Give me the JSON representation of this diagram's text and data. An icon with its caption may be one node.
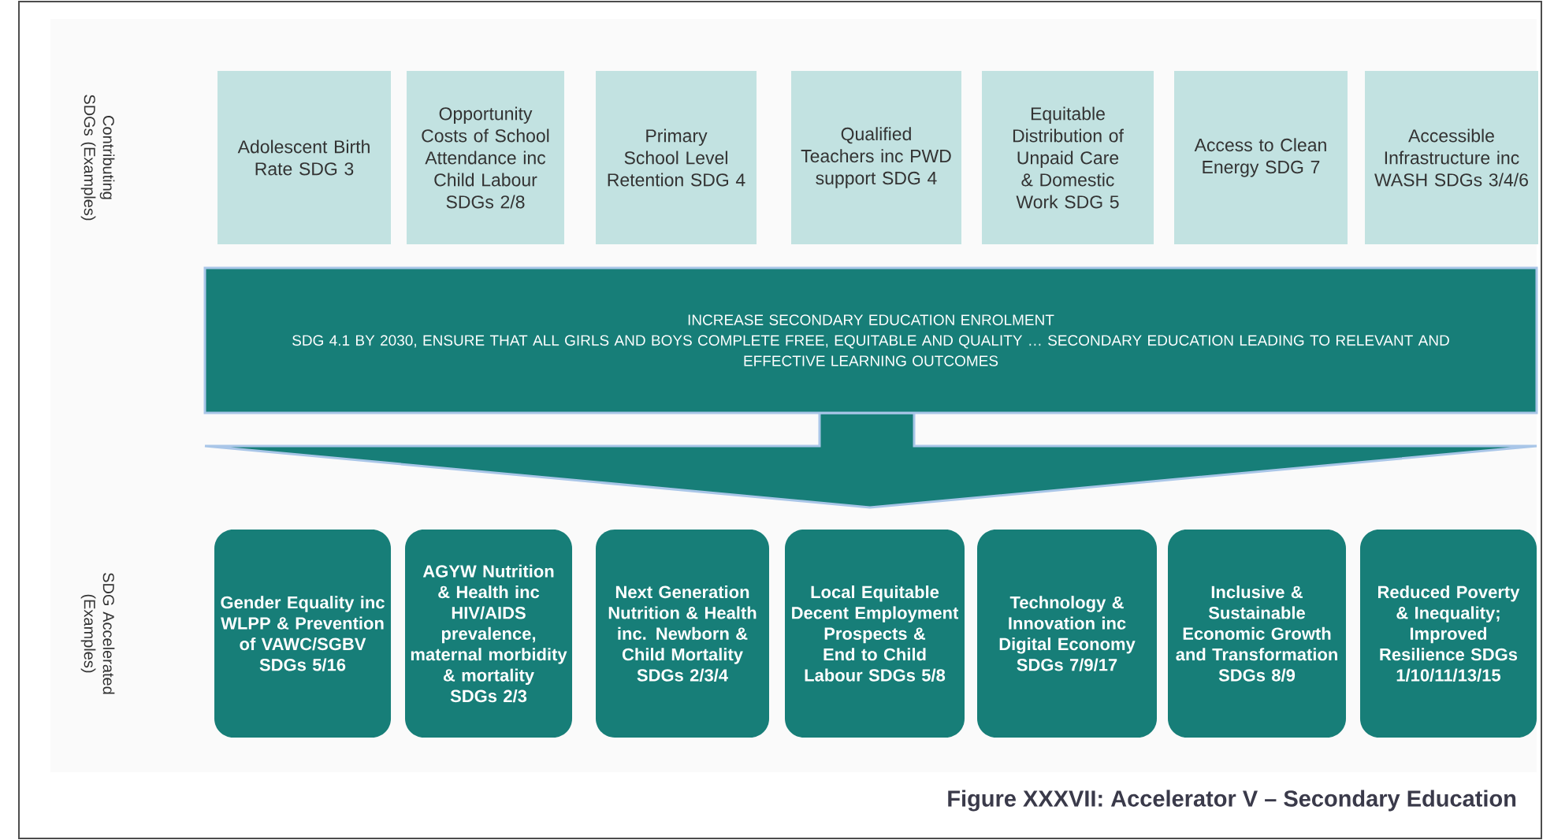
{
  "diagram": {
    "caption": "Figure XXXVII: Accelerator V – Secondary Education",
    "nodes": [
      {
        "text": [
          "Adolescent Birth Rate SDG 3"
        ]
      },
      {
        "text": [
          "Opportunity Costs of School Attendance inc Child Labour SDGs 2/8"
        ]
      },
      {
        "text": [
          "Primary School Level Retention SDG 4"
        ]
      },
      {
        "text": [
          "Qualified Teachers inc PWD support SDG 4"
        ]
      },
      {
        "text": [
          "Equitable Distribution of Unpaid Care & Domestic Work SDG 5"
        ]
      },
      {
        "text": [
          "Access to Clean Energy SDG 7"
        ]
      },
      {
        "text": [
          "Accessible Infrastructure inc WASH SDGs 3/4/6"
        ]
      },
      {
        "text": [
          "INCREASE SECONDARY EDUCATION ENROLMENT",
          "SDG 4.1 BY 2030, ENSURE THAT ALL GIRLS AND BOYS COMPLETE FREE, EQUITABLE AND QUALITY … SECONDARY EDUCATION LEADING TO RELEVANT AND EFFECTIVE LEARNING OUTCOMES"
        ]
      },
      {
        "text": [
          "Gender Equality inc WLPP & Prevention of VAWC/SGBV SDGs 5/16"
        ]
      },
      {
        "text": [
          "AGYW Nutrition & Health inc HIV/AIDS prevalence, maternal morbidity & mortality SDGs 2/3"
        ]
      },
      {
        "text": [
          "Next Generation Nutrition & Health inc. Newborn & Child Mortality SDGs 2/3/4"
        ]
      },
      {
        "text": [
          "Local Equitable Decent Employment Prospects & End to Child Labour SDGs 5/8"
        ]
      },
      {
        "text": [
          "Technology & Innovation inc Digital Economy SDGs 7/9/17"
        ]
      },
      {
        "text": [
          "Inclusive & Sustainable Economic Growth and Transformation SDGs 8/9"
        ]
      },
      {
        "text": [
          "Reduced Poverty & Inequality; Improved Resilience SDGs 1/10/11/13/15"
        ]
      }
    ],
    "labels": [
      "Contributing SDGs (Examples)",
      "SDG Accelerated (Examples)"
    ]
  }
}
